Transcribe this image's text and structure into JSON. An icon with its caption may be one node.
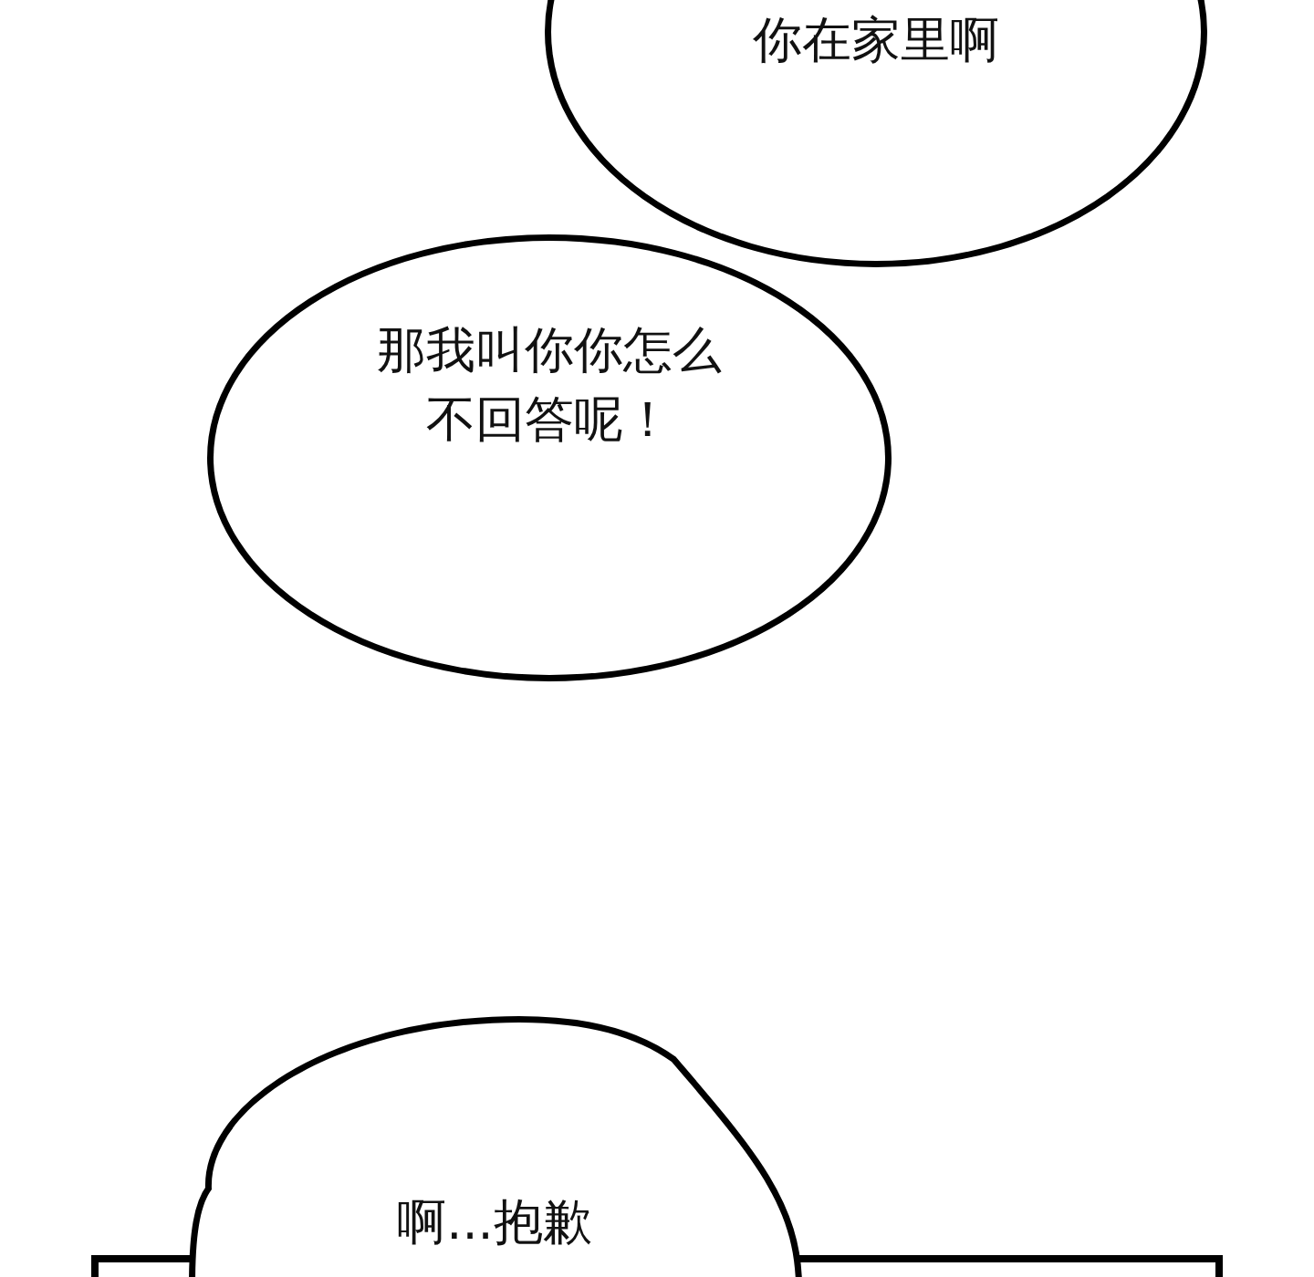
{
  "diagram": {
    "nodes": [
      {
        "text": [
          "你在家里啊"
        ]
      },
      {
        "text": [
          "那我叫你你怎么不回答呢！"
        ]
      },
      {
        "text": [
          "啊...抱歉"
        ]
      }
    ]
  }
}
